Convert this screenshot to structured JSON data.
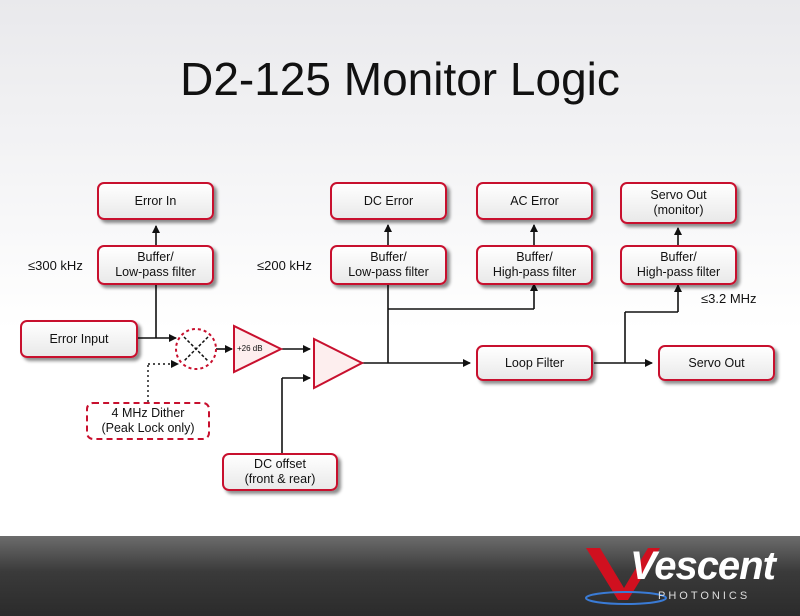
{
  "title": "D2-125 Monitor Logic",
  "blocks": {
    "error_in": "Error In",
    "buffer_lp_1": "Buffer/\nLow-pass filter",
    "error_input": "Error Input",
    "dither": "4 MHz Dither\n(Peak Lock only)",
    "gain_label": "+26 dB",
    "dc_offset": "DC offset\n(front & rear)",
    "dc_error": "DC Error",
    "buffer_lp_2": "Buffer/\nLow-pass filter",
    "ac_error": "AC Error",
    "buffer_hp_1": "Buffer/\nHigh-pass filter",
    "loop_filter": "Loop Filter",
    "servo_monitor": "Servo Out\n(monitor)",
    "buffer_hp_2": "Buffer/\nHigh-pass filter",
    "servo_out": "Servo Out"
  },
  "labels": {
    "bw_300k": "≤300 kHz",
    "bw_200k": "≤200 kHz",
    "bw_3_2m": "≤3.2 MHz"
  },
  "logo": {
    "brand": "Vescent",
    "sub": "PHOTONICS"
  }
}
